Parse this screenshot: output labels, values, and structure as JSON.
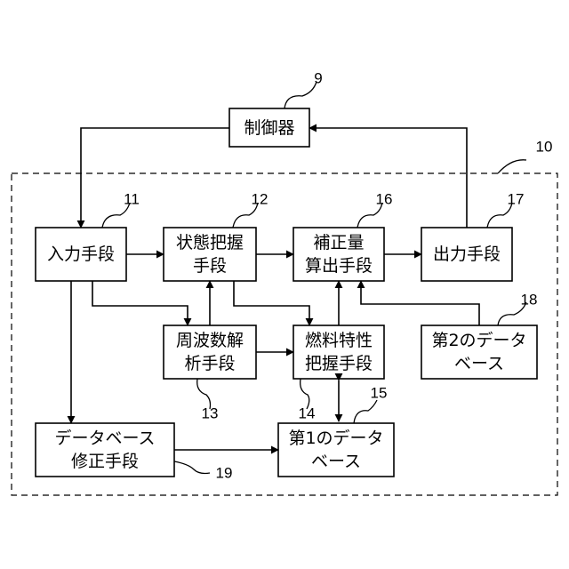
{
  "blocks": {
    "controller": {
      "label": "制御器",
      "ref": "9"
    },
    "input": {
      "label": "入力手段",
      "ref": "11"
    },
    "state": {
      "line1": "状態把握",
      "line2": "手段",
      "ref": "12"
    },
    "correction": {
      "line1": "補正量",
      "line2": "算出手段",
      "ref": "16"
    },
    "output": {
      "label": "出力手段",
      "ref": "17"
    },
    "frequency": {
      "line1": "周波数解",
      "line2": "析手段",
      "ref": "13"
    },
    "fuel": {
      "line1": "燃料特性",
      "line2": "把握手段",
      "ref": "14"
    },
    "db2": {
      "line1": "第2のデータ",
      "line2": "ベース",
      "ref": "18"
    },
    "db_fix": {
      "line1": "データベース",
      "line2": "修正手段",
      "ref": "19"
    },
    "db1": {
      "line1": "第1のデータ",
      "line2": "ベース",
      "ref": "15"
    }
  },
  "system": {
    "ref": "10"
  }
}
